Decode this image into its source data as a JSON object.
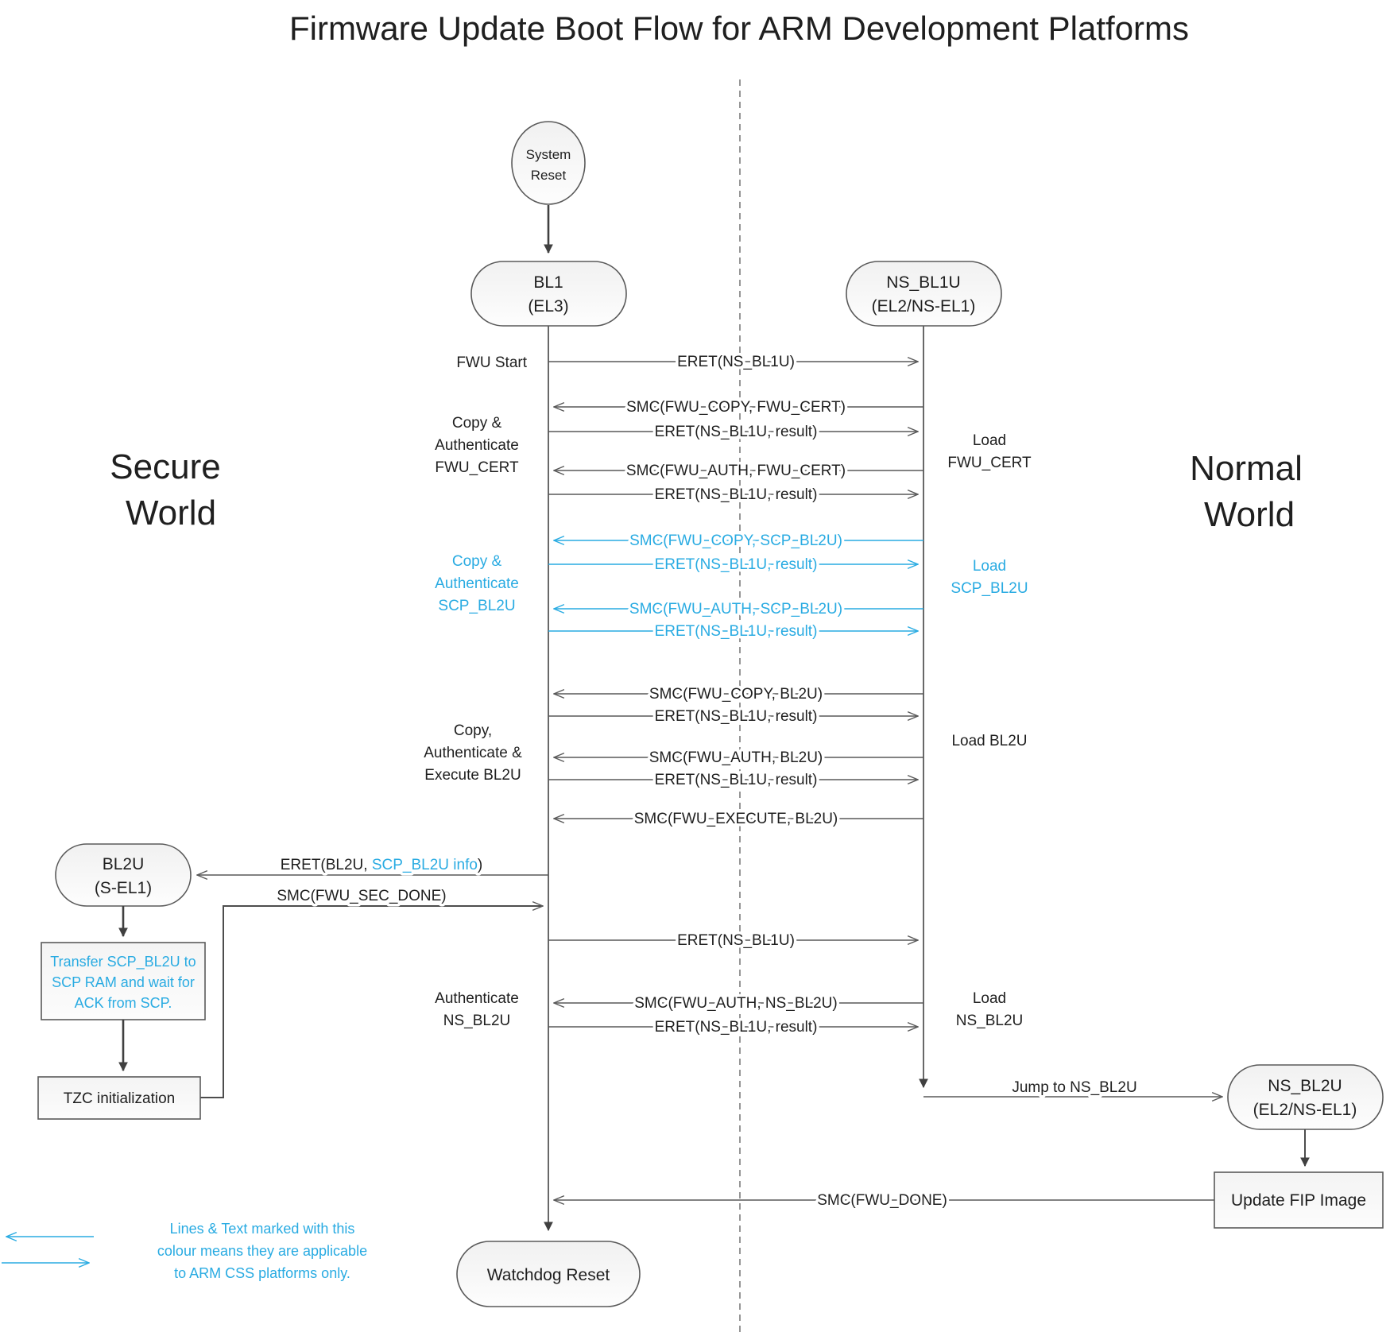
{
  "title": "Firmware Update Boot Flow for ARM Development Platforms",
  "worlds": {
    "secure_line1": "Secure",
    "secure_line2": "World",
    "normal_line1": "Normal",
    "normal_line2": "World"
  },
  "nodes": {
    "system_reset": {
      "line1": "System",
      "line2": "Reset"
    },
    "bl1": {
      "line1": "BL1",
      "line2": "(EL3)"
    },
    "ns_bl1u": {
      "line1": "NS_BL1U",
      "line2": "(EL2/NS-EL1)"
    },
    "bl2u": {
      "line1": "BL2U",
      "line2": "(S-EL1)"
    },
    "ns_bl2u": {
      "line1": "NS_BL2U",
      "line2": "(EL2/NS-EL1)"
    },
    "watchdog_reset": {
      "label": "Watchdog Reset"
    },
    "update_fip": {
      "label": "Update FIP Image"
    },
    "transfer_scp": {
      "line1": "Transfer SCP_BL2U to",
      "line2": "SCP RAM and wait for",
      "line3": "ACK from SCP."
    },
    "tzc": {
      "label": "TZC initialization"
    }
  },
  "messages": {
    "m1": "ERET(NS_BL1U)",
    "m2": "SMC(FWU_COPY, FWU_CERT)",
    "m3": "ERET(NS_BL1U, result)",
    "m4": "SMC(FWU_AUTH, FWU_CERT)",
    "m5": "ERET(NS_BL1U, result)",
    "m6": "SMC(FWU_COPY, SCP_BL2U)",
    "m7": "ERET(NS_BL1U, result)",
    "m8": "SMC(FWU_AUTH, SCP_BL2U)",
    "m9": "ERET(NS_BL1U, result)",
    "m10": "SMC(FWU_COPY, BL2U)",
    "m11": "ERET(NS_BL1U, result)",
    "m12": "SMC(FWU_AUTH, BL2U)",
    "m13": "ERET(NS_BL1U, result)",
    "m14": "SMC(FWU_EXECUTE, BL2U)",
    "m15_pre": "ERET(BL2U, ",
    "m15_accent": "SCP_BL2U info",
    "m15_post": ")",
    "m16": "SMC(FWU_SEC_DONE)",
    "m17": "ERET(NS_BL1U)",
    "m18": "SMC(FWU_AUTH, NS_BL2U)",
    "m19": "ERET(NS_BL1U, result)",
    "m20": "Jump to NS_BL2U",
    "m21": "SMC(FWU_DONE)"
  },
  "side_labels": {
    "fwu_start": "FWU Start",
    "copy_auth_cert_1": "Copy &",
    "copy_auth_cert_2": "Authenticate",
    "copy_auth_cert_3": "FWU_CERT",
    "load_cert_1": "Load",
    "load_cert_2": "FWU_CERT",
    "copy_auth_scp_1": "Copy &",
    "copy_auth_scp_2": "Authenticate",
    "copy_auth_scp_3": "SCP_BL2U",
    "load_scp_1": "Load",
    "load_scp_2": "SCP_BL2U",
    "copy_auth_bl2u_1": "Copy,",
    "copy_auth_bl2u_2": "Authenticate &",
    "copy_auth_bl2u_3": "Execute BL2U",
    "load_bl2u": "Load BL2U",
    "auth_nsbl2u_1": "Authenticate",
    "auth_nsbl2u_2": "NS_BL2U",
    "load_nsbl2u_1": "Load",
    "load_nsbl2u_2": "NS_BL2U"
  },
  "legend": {
    "line1": "Lines & Text marked with this",
    "line2": "colour means they are applicable",
    "line3": "to ARM CSS platforms only."
  },
  "colors": {
    "accent_cyan": "#29ABE2",
    "line_gray": "#595959",
    "text_dark": "#1f1f1f"
  }
}
